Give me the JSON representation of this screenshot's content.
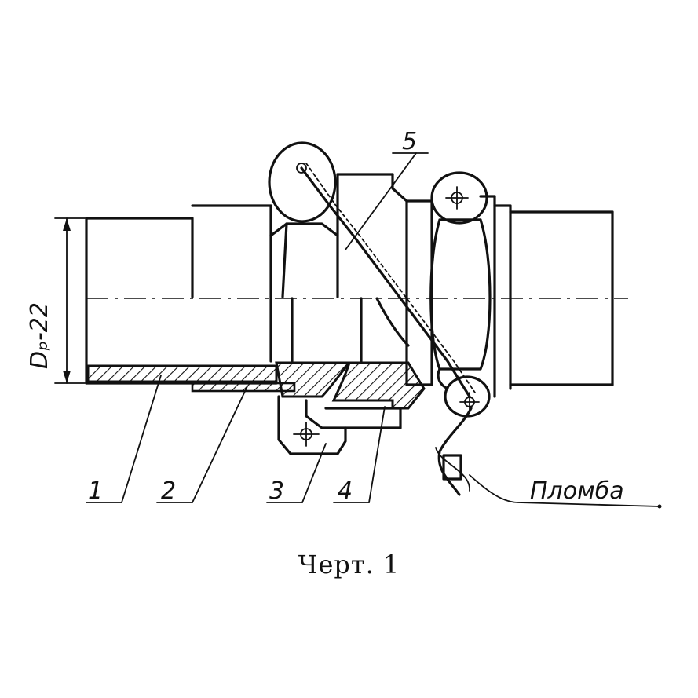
{
  "diagram": {
    "dimension_label": "Dₚ-22",
    "callouts": [
      "1",
      "2",
      "3",
      "4",
      "5"
    ],
    "seal_label": "Пломба",
    "caption": "Черт. 1"
  },
  "colors": {
    "ink": "#111111",
    "background": "#ffffff"
  }
}
